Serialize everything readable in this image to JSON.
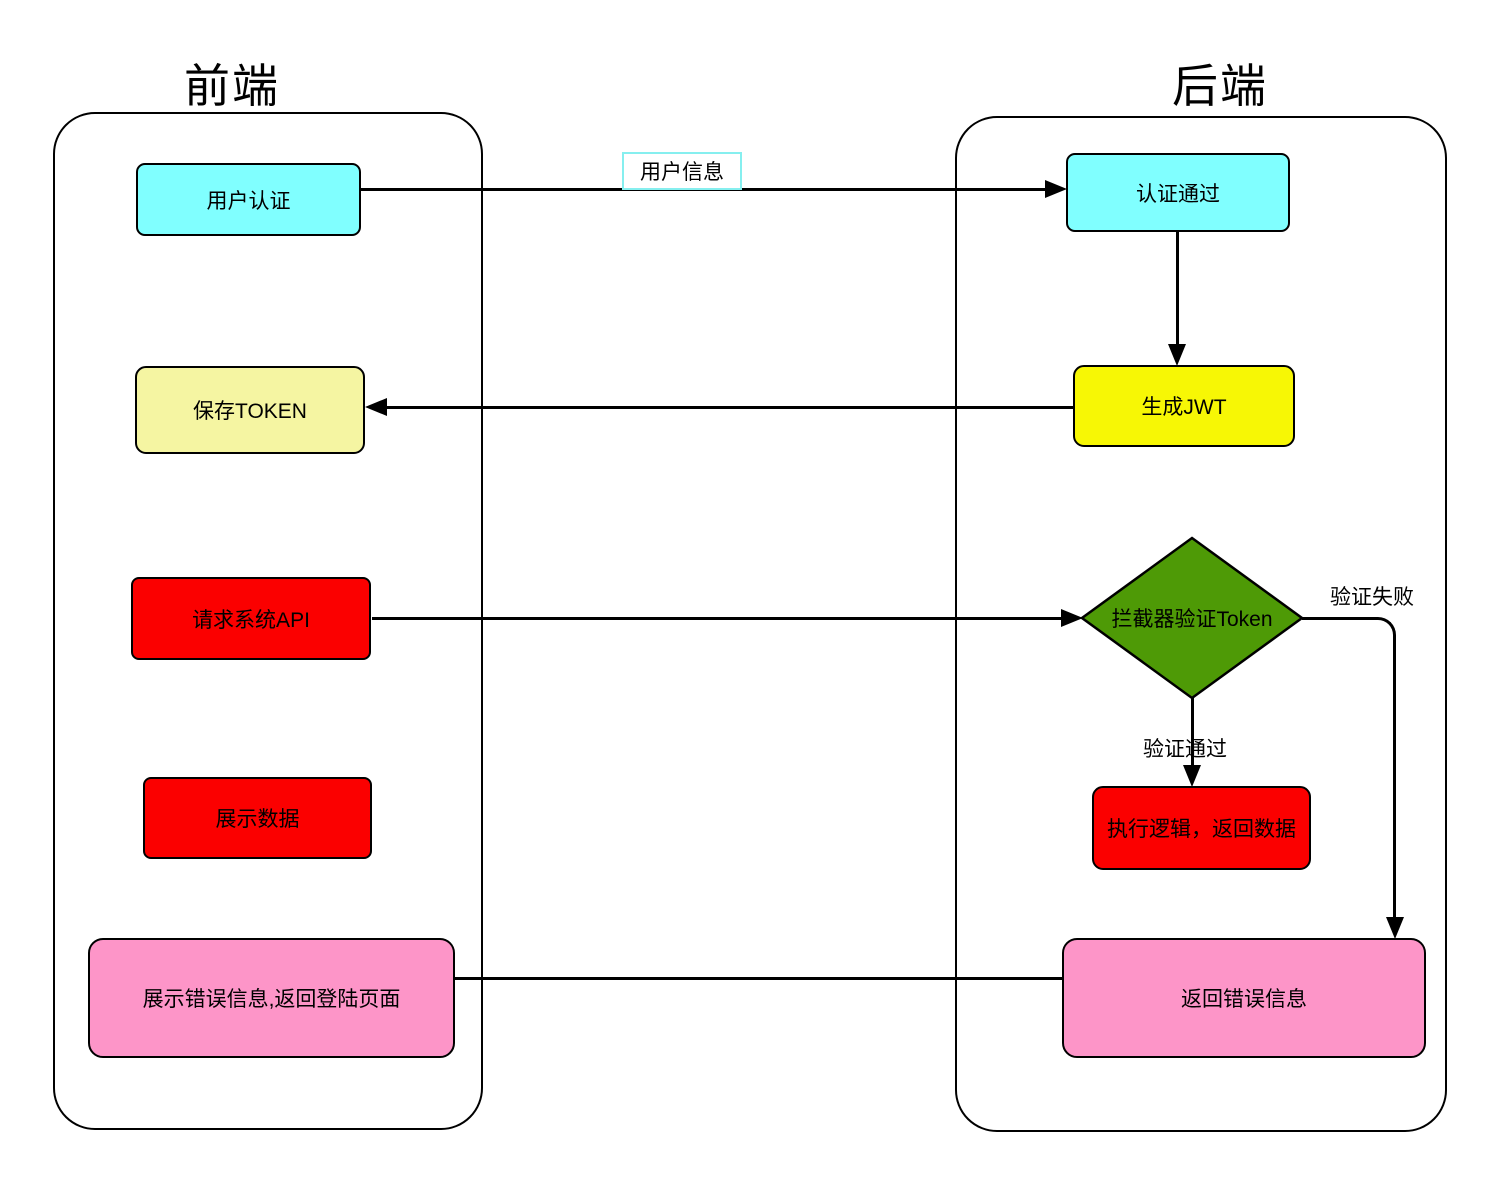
{
  "diagram": {
    "lanes": {
      "left_title": "前端",
      "right_title": "后端"
    },
    "nodes": {
      "user_auth": "用户认证",
      "auth_pass": "认证通过",
      "save_token": "保存TOKEN",
      "generate_jwt": "生成JWT",
      "request_api": "请求系统API",
      "show_data": "展示数据",
      "show_error": "展示错误信息,返回登陆页面",
      "interceptor": "拦截器验证Token",
      "exec_logic": "执行逻辑，返回数据",
      "return_error": "返回错误信息"
    },
    "edge_labels": {
      "user_info": "用户信息",
      "verify_pass": "验证通过",
      "verify_fail": "验证失败"
    },
    "colors": {
      "cyan": "#80FFFF",
      "pale_yellow": "#F5F5A2",
      "yellow": "#F7F705",
      "red": "#FB0000",
      "pink": "#FD95C8",
      "green": "#4E9A06",
      "label_border": "#86EFEF",
      "line": "#000000"
    }
  }
}
